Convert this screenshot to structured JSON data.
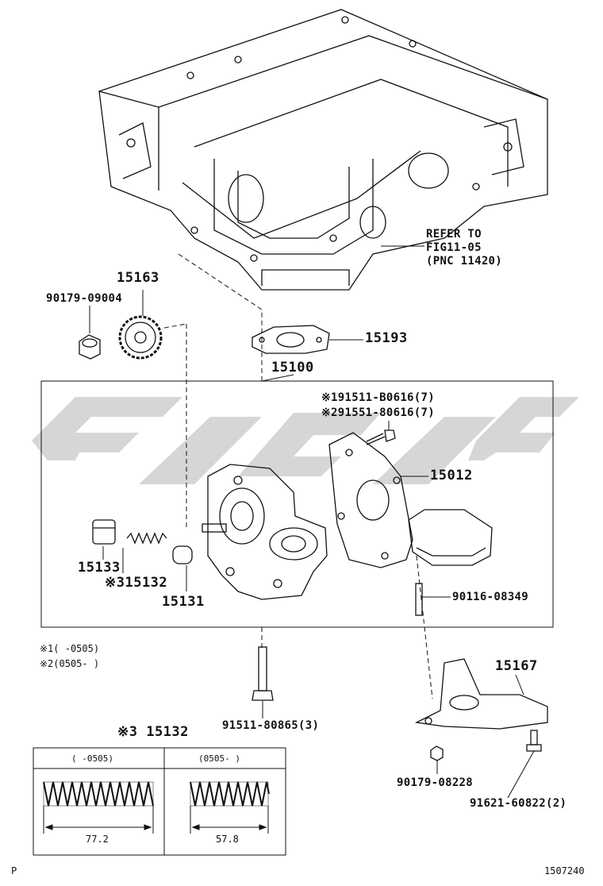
{
  "diagram": {
    "refer": {
      "line1": "REFER TO",
      "line2": "FIG11-05",
      "line3": "(PNC 11420)"
    },
    "parts": {
      "p15163": "15163",
      "p90179_09004": "90179-09004",
      "p15193": "15193",
      "p15100": "15100",
      "p91511_b0616": "※191511-B0616(7)",
      "p91551_80616": "※291551-80616(7)",
      "p15012": "15012",
      "p15133": "15133",
      "p15132": "※315132",
      "p15131": "15131",
      "p90116_08349": "90116-08349",
      "p15167": "15167",
      "p91511_80865": "91511-80865(3)",
      "p90179_08228": "90179-08228",
      "p91621_60822": "91621-60822(2)"
    },
    "notes": {
      "n1": "※1(    -0505)",
      "n2": "※2(0505-    )"
    },
    "spring_table": {
      "title": "※3 15132",
      "col1_header": "(    -0505)",
      "col2_header": "(0505-    )",
      "col1_length": "77.2",
      "col2_length": "57.8"
    },
    "footer": {
      "left": "P",
      "right": "1507240"
    }
  }
}
